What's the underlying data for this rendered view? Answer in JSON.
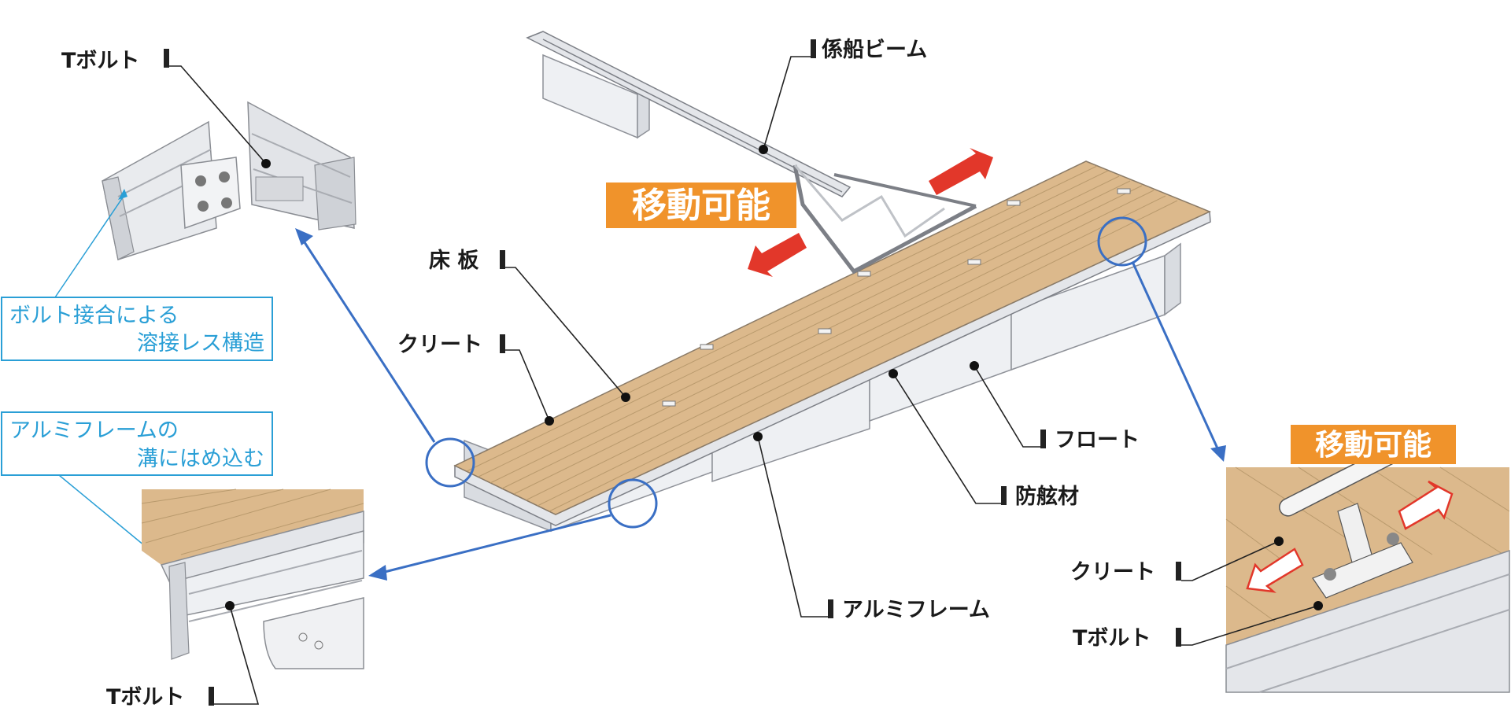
{
  "labels": {
    "t_bolt_top": "Tボルト",
    "mooring_beam": "係船ビーム",
    "movable_main": "移動可能",
    "floor_board": "床 板",
    "cleat_main": "クリート",
    "float": "フロート",
    "fender": "防舷材",
    "alu_frame": "アルミフレーム",
    "movable_detail": "移動可能",
    "cleat_detail": "クリート",
    "t_bolt_detail": "Tボルト",
    "t_bolt_bottom": "Tボルト"
  },
  "callouts": {
    "bolt_joint_line1": "ボルト接合による",
    "bolt_joint_line2": "溶接レス構造",
    "groove_line1": "アルミフレームの",
    "groove_line2": "溝にはめ込む"
  },
  "colors": {
    "deck_wood": "#dcb98c",
    "orange_tag": "#f0932b",
    "red_arrow": "#e2372a",
    "blue_lead": "#3a6fc4",
    "callout_blue": "#2a9fd6"
  }
}
